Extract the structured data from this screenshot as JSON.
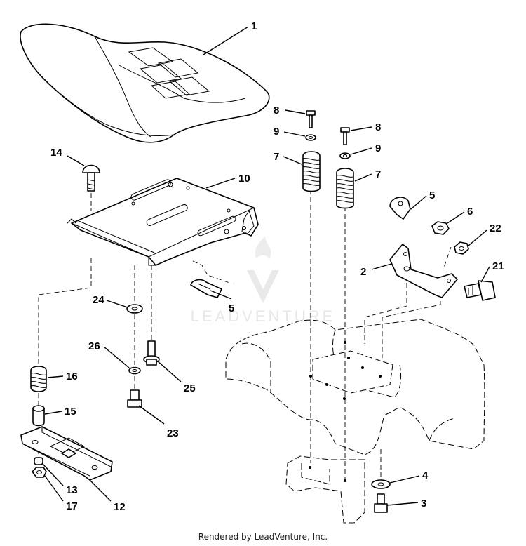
{
  "watermark": {
    "text": "LEADVENTURE"
  },
  "footer": {
    "text": "Rendered by LeadVenture, Inc."
  },
  "callouts": {
    "c1": "1",
    "c2": "2",
    "c3": "3",
    "c4": "4",
    "c5a": "5",
    "c5b": "5",
    "c6": "6",
    "c7a": "7",
    "c7b": "7",
    "c8a": "8",
    "c8b": "8",
    "c9a": "9",
    "c9b": "9",
    "c10": "10",
    "c12": "12",
    "c13": "13",
    "c14": "14",
    "c15": "15",
    "c16": "16",
    "c17": "17",
    "c21": "21",
    "c22": "22",
    "c23": "23",
    "c24": "24",
    "c25": "25",
    "c26": "26"
  }
}
